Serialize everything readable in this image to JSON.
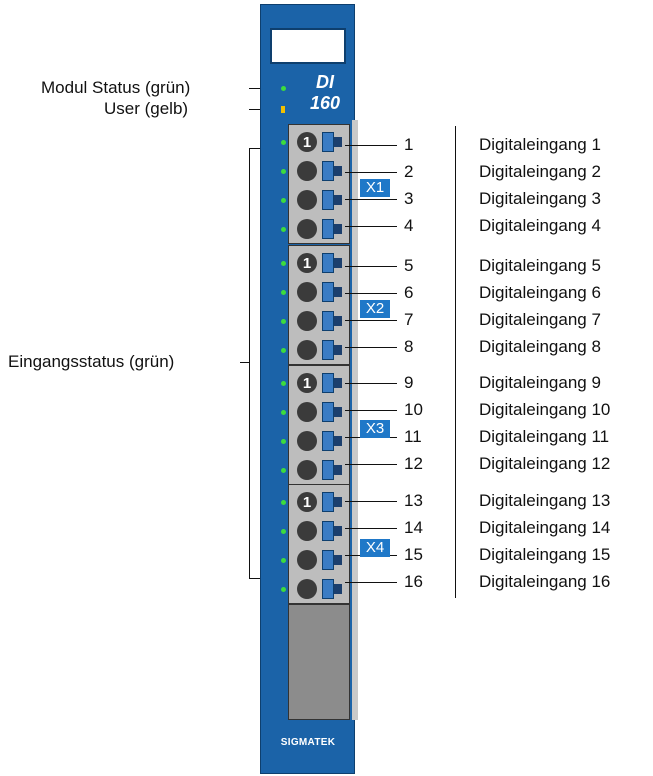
{
  "labels": {
    "module_status": "Modul Status (grün)",
    "user": "User (gelb)",
    "input_status": "Eingangsstatus (grün)"
  },
  "module": {
    "model_line1": "DI",
    "model_line2": "160",
    "brand": "SIGMATEK",
    "body_color": "#1b63a8"
  },
  "connectors": [
    {
      "label": "X1",
      "pin_mark": "1"
    },
    {
      "label": "X2",
      "pin_mark": "1"
    },
    {
      "label": "X3",
      "pin_mark": "1"
    },
    {
      "label": "X4",
      "pin_mark": "1"
    }
  ],
  "inputs": [
    {
      "num": "1",
      "name": "Digitaleingang 1"
    },
    {
      "num": "2",
      "name": "Digitaleingang 2"
    },
    {
      "num": "3",
      "name": "Digitaleingang 3"
    },
    {
      "num": "4",
      "name": "Digitaleingang 4"
    },
    {
      "num": "5",
      "name": "Digitaleingang 5"
    },
    {
      "num": "6",
      "name": "Digitaleingang 6"
    },
    {
      "num": "7",
      "name": "Digitaleingang 7"
    },
    {
      "num": "8",
      "name": "Digitaleingang 8"
    },
    {
      "num": "9",
      "name": "Digitaleingang 9"
    },
    {
      "num": "10",
      "name": "Digitaleingang 10"
    },
    {
      "num": "11",
      "name": "Digitaleingang 11"
    },
    {
      "num": "12",
      "name": "Digitaleingang 12"
    },
    {
      "num": "13",
      "name": "Digitaleingang 13"
    },
    {
      "num": "14",
      "name": "Digitaleingang 14"
    },
    {
      "num": "15",
      "name": "Digitaleingang 15"
    },
    {
      "num": "16",
      "name": "Digitaleingang 16"
    }
  ],
  "colors": {
    "status_led": "#3ddc3d",
    "user_led": "#f2c000",
    "connector_badge": "#1f78c8"
  }
}
